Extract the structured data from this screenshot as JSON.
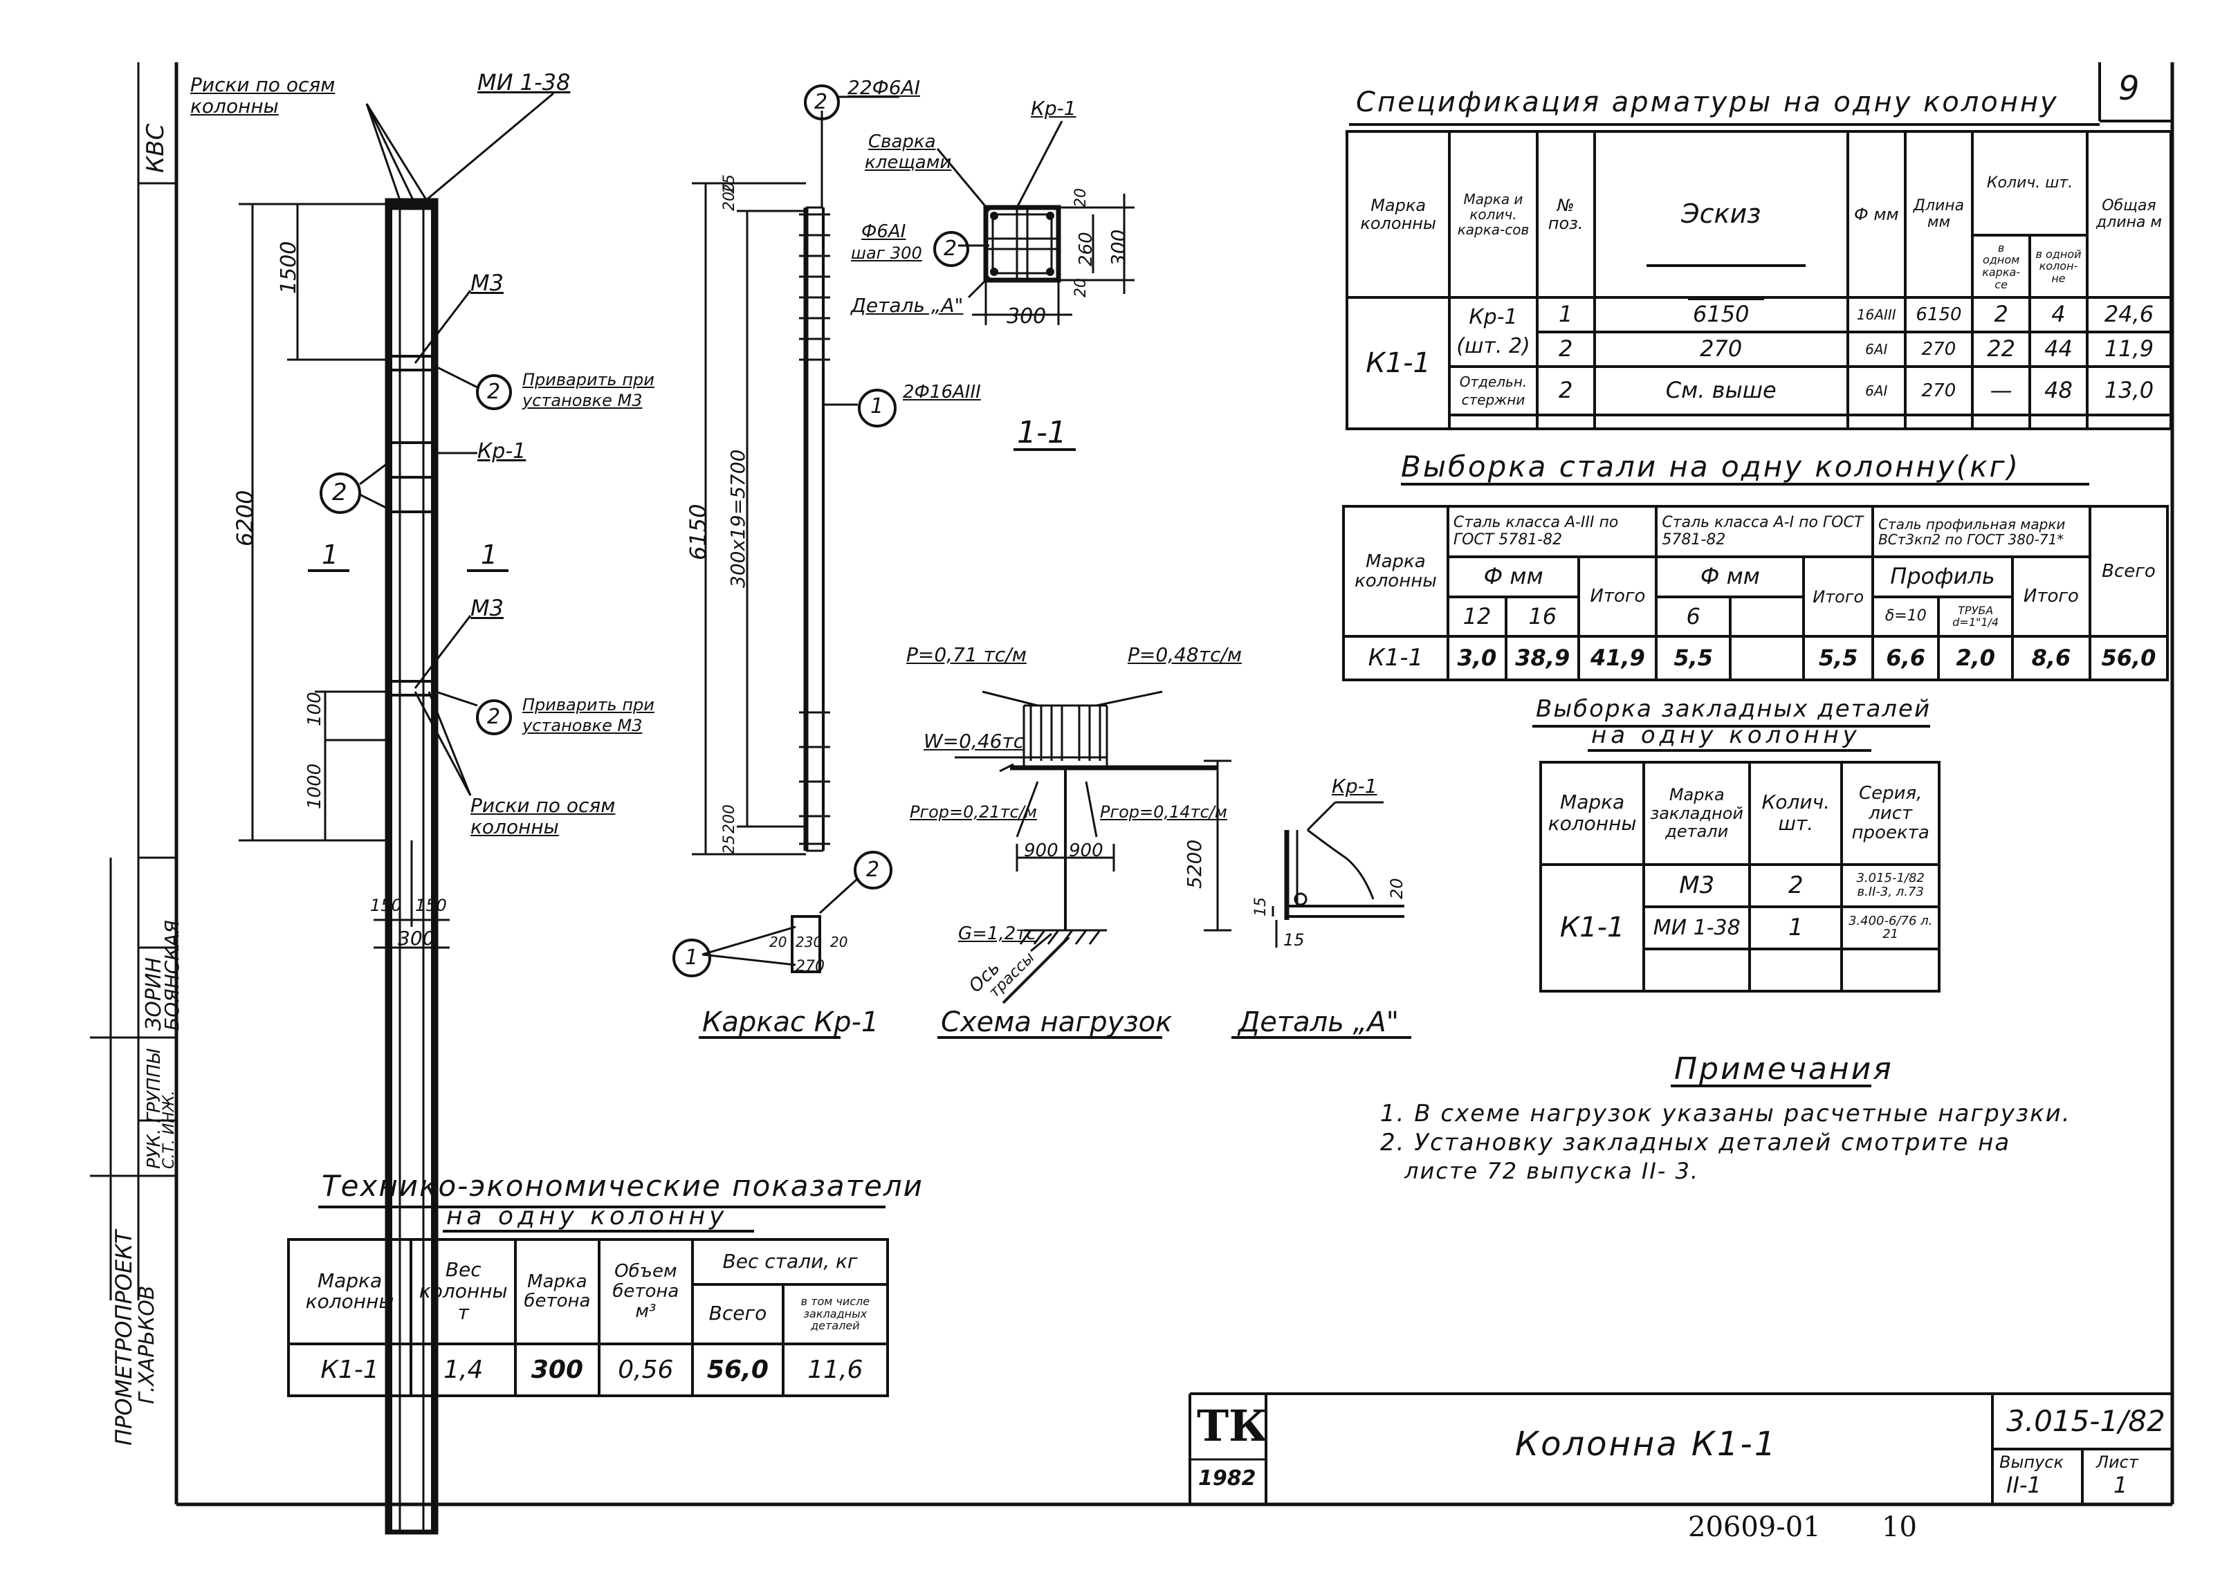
{
  "sheet_number": "9",
  "side_stamp": {
    "org": "ПРОМЕТРОПРОЕКТ",
    "city": "Г.ХАРЬКОВ",
    "ruk_label": "РУК. ГРУППЫ",
    "ruk_name": "ЗОРИН",
    "st_label": "С.Т. ИНЖ.",
    "st_name": "БОЯНСКАЯ",
    "kvs": "КВС"
  },
  "column_drawing": {
    "label_riski_top": "Риски по осям колонны",
    "label_mi": "МИ 1-38",
    "label_m3_top": "М3",
    "label_privarit_top_1": "Приварить при",
    "label_privarit_top_2": "установке М3",
    "label_kr1": "Кр-1",
    "label_m3_bottom": "М3",
    "label_privarit_bottom_1": "Приварить при",
    "label_privarit_bottom_2": "установке М3",
    "label_riski_bottom": "Риски по осям колонны",
    "dim_total": "6200",
    "dim_top": "1500",
    "dim_100": "100",
    "dim_1000": "1000",
    "dim_150a": "150",
    "dim_150b": "150",
    "dim_300": "300",
    "section_mark_left": "1",
    "section_mark_right": "1",
    "circle_2a": "2",
    "circle_2b": "2",
    "circle_2c": "2"
  },
  "frame_drawing": {
    "bar_top": "22Ф6АI",
    "circle_top": "2",
    "bar_long": "2Ф16АIII",
    "circle_long": "1",
    "dim_total": "6150",
    "dim_spacing": "300х19=5700",
    "dim_200_top": "200",
    "dim_25_top": "25",
    "dim_25_bottom": "25",
    "dim_200_bottom": "200",
    "title": "Каркас Кр-1",
    "sec_w1": "20",
    "sec_w2": "230",
    "sec_w3": "20",
    "sec_total": "270",
    "sec_c1": "1",
    "sec_c2": "2"
  },
  "section_drawing": {
    "label_kr1": "Кр-1",
    "label_svarka_1": "Сварка",
    "label_svarka_2": "клещами",
    "label_f6": "Ф6АI",
    "label_shag": "шаг 300",
    "label_detal": "Деталь „А\"",
    "circle": "2",
    "dim_20a": "20",
    "dim_260": "260",
    "dim_20b": "20",
    "dim_300_right": "300",
    "dim_300_bottom": "300",
    "title": "1-1"
  },
  "load_scheme": {
    "p1": "P=0,71 тс/м",
    "p2": "P=0,48тс/м",
    "w": "W=0,46тс",
    "pgor1": "Pгор=0,21тс/м",
    "pgor2": "Pгор=0,14тс/м",
    "dim_900a": "900",
    "dim_900b": "900",
    "g": "G=1,2тс",
    "dim_5200": "5200",
    "os_1": "Ось",
    "os_2": "трассы",
    "title": "Схема нагрузок"
  },
  "detail_a": {
    "label_kr1": "Кр-1",
    "dim_20": "20",
    "dim_15a": "15",
    "dim_15b": "15",
    "title": "Деталь „А\""
  },
  "spec_table": {
    "title": "Спецификация арматуры на одну колонну",
    "h_marka": "Марка колонны",
    "h_marka_karkas": "Марка и колич. карка-сов",
    "h_pos": "№ поз.",
    "h_eskiz": "Эскиз",
    "h_f": "Ф мм",
    "h_dlina": "Длина мм",
    "h_kolich": "Колич. шт.",
    "h_v_odnom_karkase": "в одном карка-се",
    "h_v_odnoy_kolonne": "в одной колон-не",
    "h_obshaya": "Общая длина м",
    "marka": "К1-1",
    "karkas_1": "Кр-1",
    "karkas_2": "(шт. 2)",
    "otdelnye_1": "Отдельн.",
    "otdelnye_2": "стержни",
    "rows": [
      {
        "pos": "1",
        "eskiz": "6150",
        "f": "16АIII",
        "dlina": "6150",
        "k1": "2",
        "k2": "4",
        "total": "24,6"
      },
      {
        "pos": "2",
        "eskiz": "270",
        "f": "6АI",
        "dlina": "270",
        "k1": "22",
        "k2": "44",
        "total": "11,9"
      },
      {
        "pos": "2",
        "eskiz": "См. выше",
        "f": "6АI",
        "dlina": "270",
        "k1": "—",
        "k2": "48",
        "total": "13,0"
      }
    ]
  },
  "steel_table": {
    "title": "Выборка стали на одну колонну(кг)",
    "h_marka": "Марка колонны",
    "h_a3": "Сталь класса А-III по ГОСТ 5781-82",
    "h_a1": "Сталь класса А-I по ГОСТ 5781-82",
    "h_prof": "Сталь профильная марки ВСт3кп2 по ГОСТ 380-71*",
    "h_fmm1": "Ф мм",
    "h_fmm2": "Ф мм",
    "h_profil": "Профиль",
    "h_12": "12",
    "h_16": "16",
    "h_itogo1": "Итого",
    "h_6": "6",
    "h_itogo2": "Итого",
    "h_d10": "δ=10",
    "h_tr": "ТРУБА d=1\"1/4",
    "h_itogo3": "Итого",
    "h_vsego": "Всего",
    "row": {
      "marka": "К1-1",
      "v12": "3,0",
      "v16": "38,9",
      "itogo1": "41,9",
      "v6": "5,5",
      "itogo2": "5,5",
      "d10": "6,6",
      "tr": "2,0",
      "itogo3": "8,6",
      "vsego": "56,0"
    }
  },
  "embedded_table": {
    "title_1": "Выборка закладных деталей",
    "title_2": "на одну колонну",
    "h_marka": "Марка колонны",
    "h_marka_det": "Марка закладной детали",
    "h_kolich": "Колич. шт.",
    "h_seriya": "Серия, лист проекта",
    "marka": "К1-1",
    "rows": [
      {
        "det": "М3",
        "kol": "2",
        "ser": "3.015-1/82 в.II-3, л.73"
      },
      {
        "det": "МИ 1-38",
        "kol": "1",
        "ser": "3.400-6/76 л. 21"
      }
    ]
  },
  "notes": {
    "title": "Примечания",
    "items": [
      "1. В схеме нагрузок указаны расчетные нагрузки.",
      "2. Установку закладных деталей смотрите на",
      "листе 72 выпуска II- 3."
    ]
  },
  "tech_table": {
    "title_1": "Технико-экономические показатели",
    "title_2": "на одну колонну",
    "h_marka": "Марка колонны",
    "h_ves": "Вес колонны т",
    "h_marka_bet": "Марка бетона",
    "h_obem": "Объем бетона м³",
    "h_ves_stali": "Вес стали, кг",
    "h_vsego": "Всего",
    "h_v_tom": "в том числе закладных деталей",
    "row": {
      "marka": "К1-1",
      "ves": "1,4",
      "beton": "300",
      "obem": "0,56",
      "vsego": "56,0",
      "zakl": "11,6"
    }
  },
  "title_block": {
    "logo": "ТК",
    "year": "1982",
    "name": "Колонна К1-1",
    "series": "3.015-1/82",
    "vypusk_label": "Выпуск",
    "vypusk": "II-1",
    "list_label": "Лист",
    "list": "1"
  },
  "bottom_code": "20609-01",
  "bottom_num": "10"
}
